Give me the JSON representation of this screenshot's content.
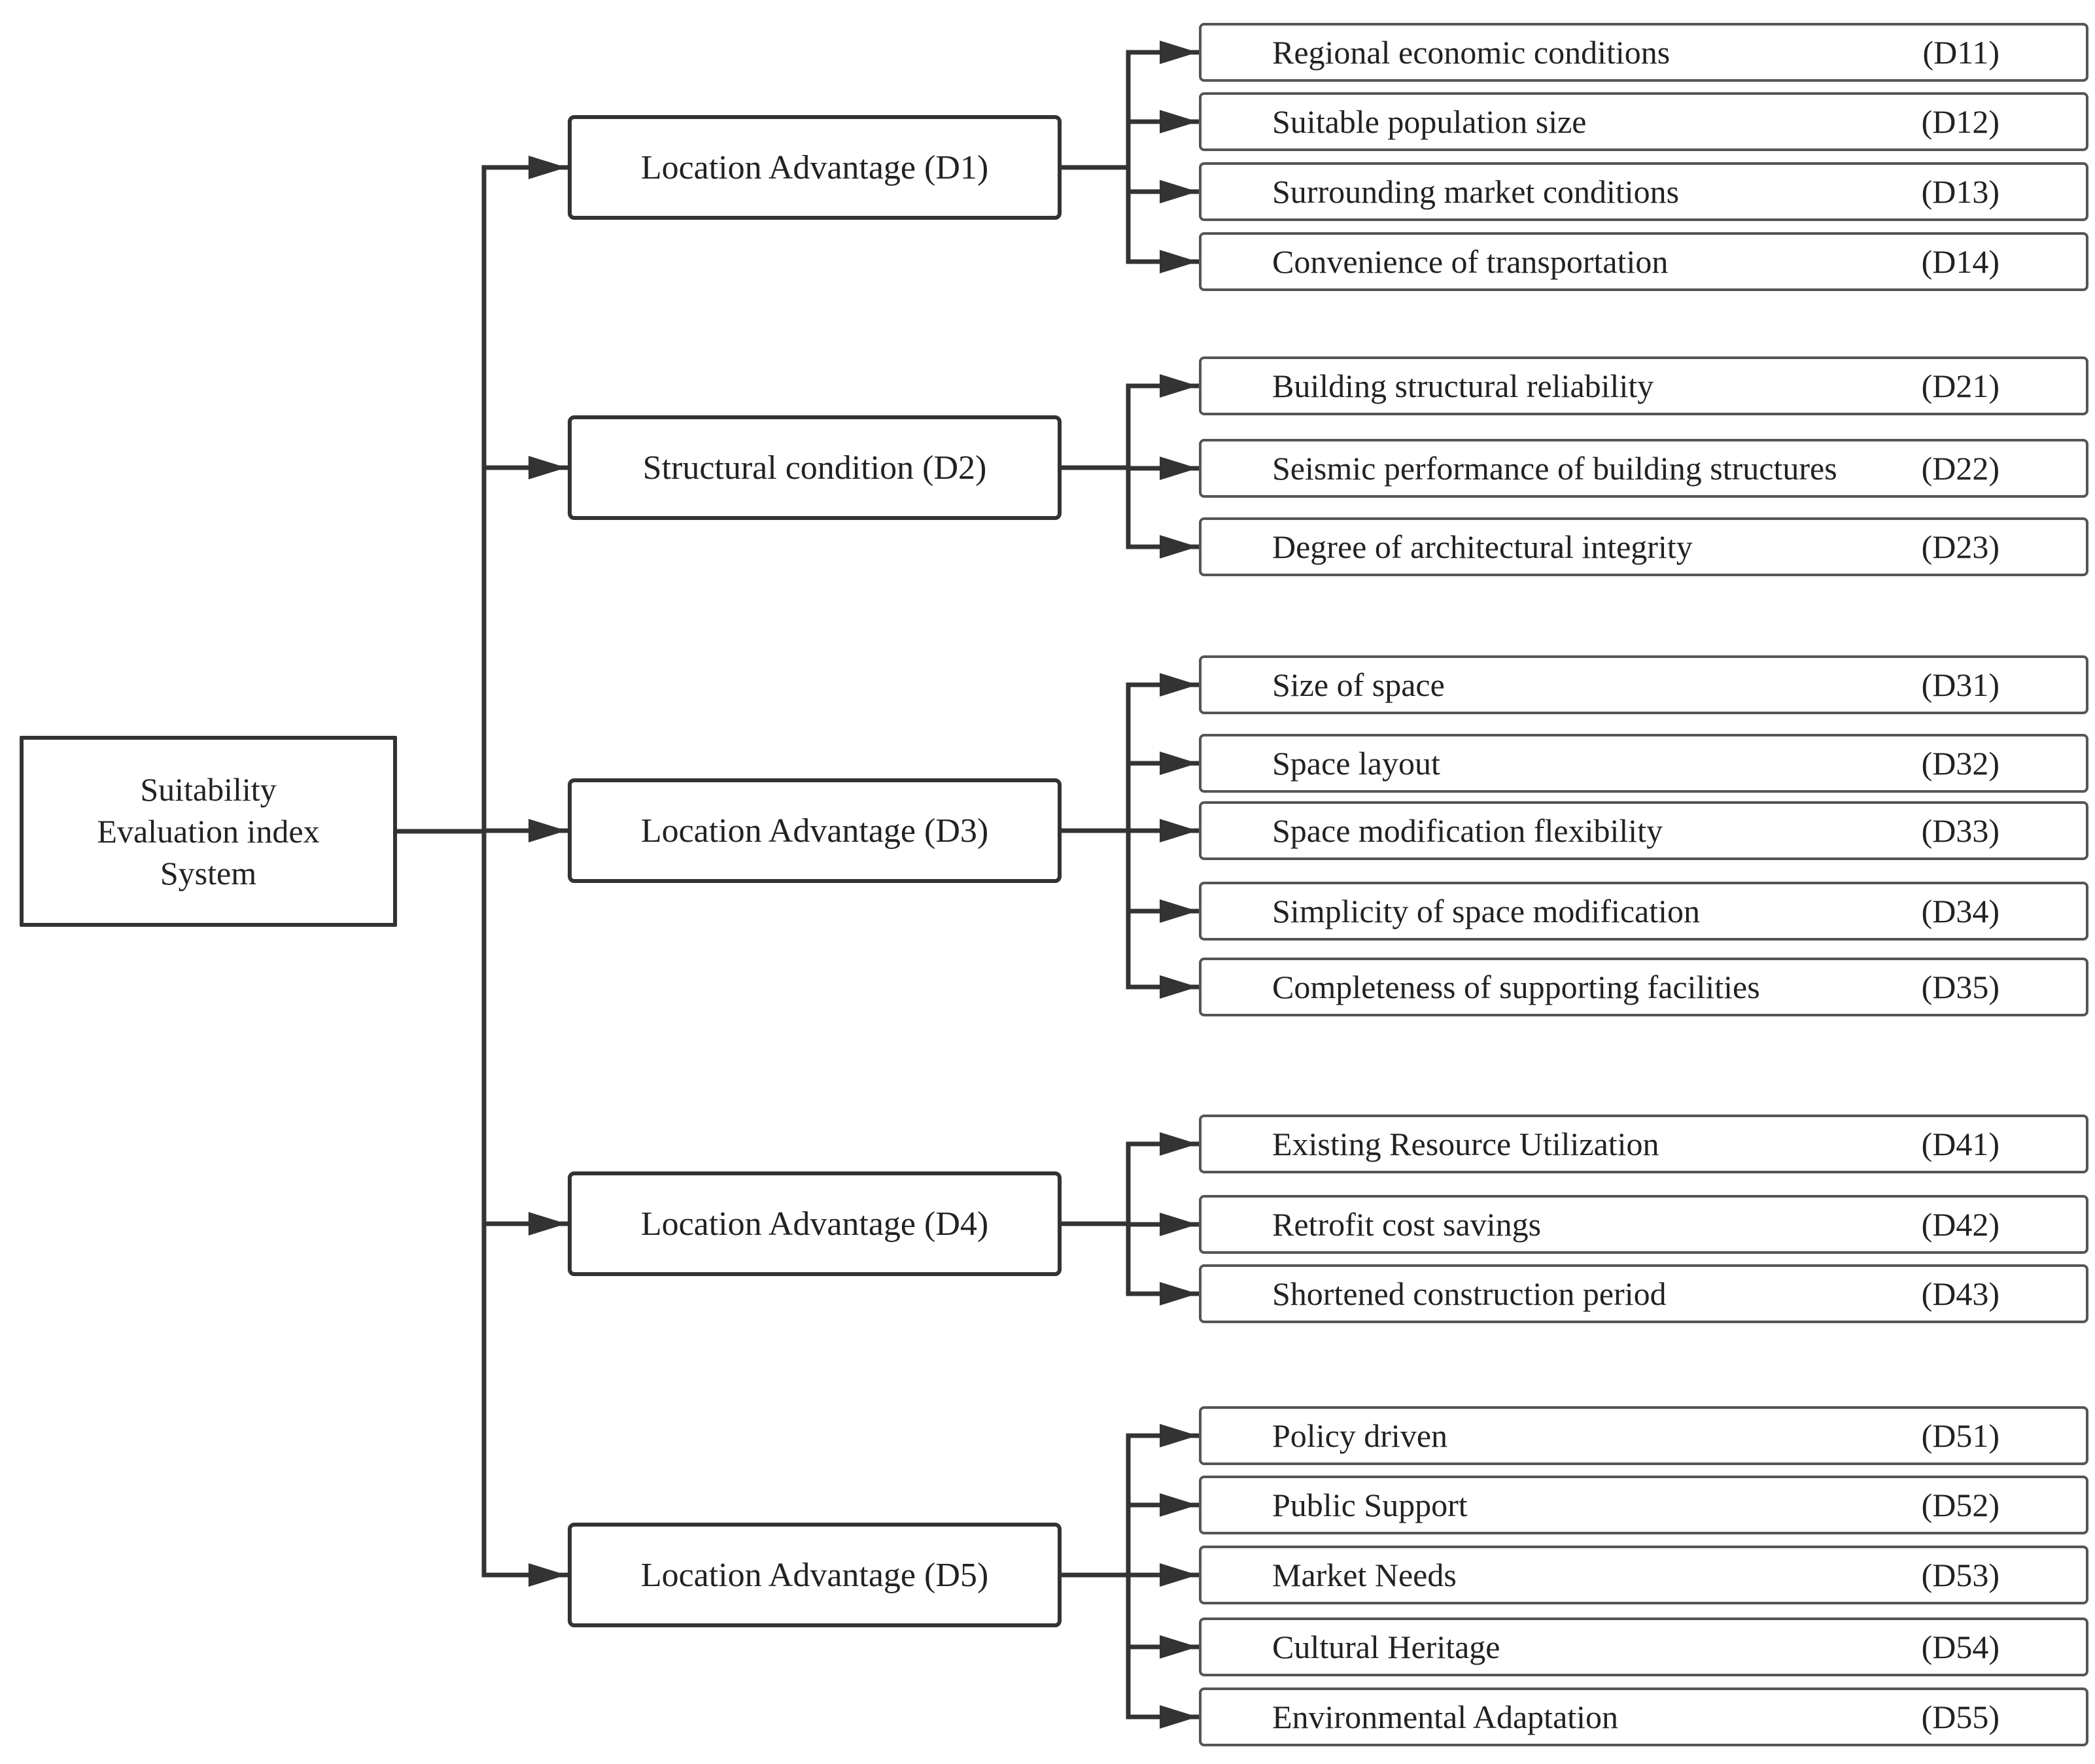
{
  "diagram": {
    "root": {
      "lines": [
        "Suitability",
        "Evaluation index",
        "System"
      ]
    },
    "categories": [
      {
        "label": "Location Advantage (D1)",
        "children": [
          {
            "label": "Regional economic conditions",
            "code": "(D11)"
          },
          {
            "label": "Suitable population size",
            "code": "(D12)"
          },
          {
            "label": "Surrounding market conditions",
            "code": "(D13)"
          },
          {
            "label": "Convenience of transportation",
            "code": "(D14)"
          }
        ]
      },
      {
        "label": "Structural condition (D2)",
        "children": [
          {
            "label": "Building structural reliability",
            "code": "(D21)"
          },
          {
            "label": "Seismic performance of building structures",
            "code": "(D22)"
          },
          {
            "label": "Degree of architectural integrity",
            "code": "(D23)"
          }
        ]
      },
      {
        "label": "Location Advantage (D3)",
        "children": [
          {
            "label": "Size of space",
            "code": "(D31)"
          },
          {
            "label": "Space layout",
            "code": "(D32)"
          },
          {
            "label": "Space modification flexibility",
            "code": "(D33)"
          },
          {
            "label": "Simplicity of space modification",
            "code": "(D34)"
          },
          {
            "label": "Completeness of supporting facilities",
            "code": "(D35)"
          }
        ]
      },
      {
        "label": "Location Advantage (D4)",
        "children": [
          {
            "label": "Existing Resource Utilization",
            "code": "(D41)"
          },
          {
            "label": "Retrofit cost savings",
            "code": "(D42)"
          },
          {
            "label": "Shortened construction period",
            "code": "(D43)"
          }
        ]
      },
      {
        "label": "Location Advantage (D5)",
        "children": [
          {
            "label": "Policy driven",
            "code": "(D51)"
          },
          {
            "label": "Public Support",
            "code": "(D52)"
          },
          {
            "label": "Market Needs",
            "code": "(D53)"
          },
          {
            "label": "Cultural Heritage",
            "code": "(D54)"
          },
          {
            "label": "Environmental Adaptation",
            "code": "(D55)"
          }
        ]
      }
    ]
  },
  "colors": {
    "line": "#333333",
    "box_border": "#333333",
    "sub_border": "#555555",
    "text": "#222222",
    "background": "#ffffff"
  }
}
